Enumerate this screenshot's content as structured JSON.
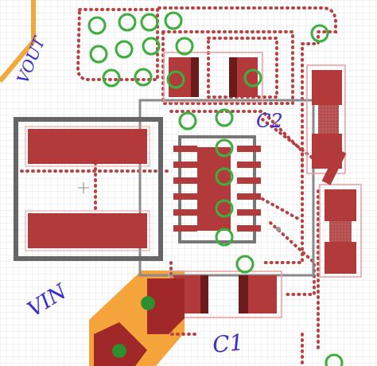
{
  "diagram": {
    "labels": [
      "VOUT",
      "VIN",
      "C2",
      "C1"
    ]
  }
}
